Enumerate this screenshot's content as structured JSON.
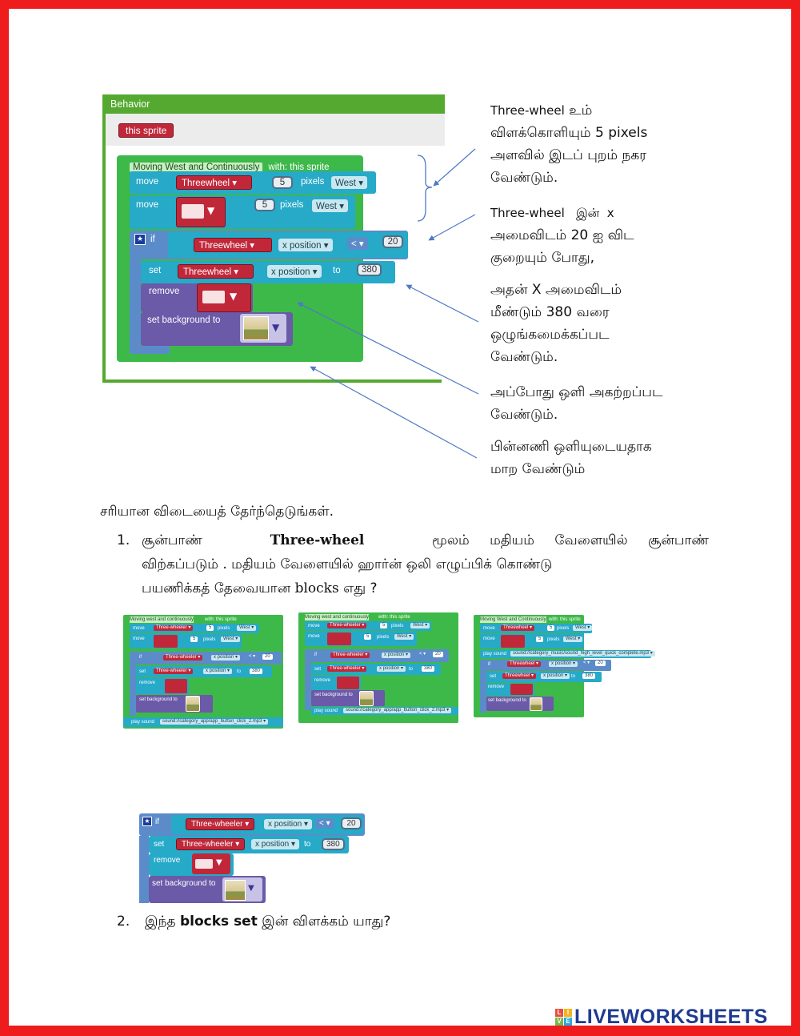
{
  "top_figure": {
    "panel_title": "Behavior",
    "sprite_tag": "this sprite",
    "header_block": "Moving West and Continuously",
    "header_with": "with: this sprite",
    "move_label": "move",
    "sprite_name": "Threewheel",
    "steps": "5",
    "pixels_label": "pixels",
    "direction": "West",
    "if_label": "if",
    "x_position": "x position",
    "less_than": "<",
    "threshold": "20",
    "set_label": "set",
    "to_label": "to",
    "set_value": "380",
    "remove_label": "remove",
    "set_background_label": "set background to"
  },
  "notes": {
    "n1_a": "Three-wheel",
    "n1_b": " உம்",
    "n1_c": "விளக்கொளியும் 5  pixels",
    "n1_d": "அளவில் இடப் புறம் நகர",
    "n1_e": "வேண்டும்.",
    "n2_a": "Three-wheel",
    "n2_b": "   இன்  x",
    "n2_c": "அமைவிடம் 20 ஐ விட",
    "n2_d": "குறையும் போது,",
    "n3_a": "அதன் X அமைவிடம்",
    "n3_b": "மீண்டும் 380 வரை",
    "n3_c": "ஒழுங்கமைக்கப்பட",
    "n3_d": "வேண்டும்.",
    "n4_a": "அப்போது ஒளி அகற்றப்பட",
    "n4_b": "வேண்டும்.",
    "n5_a": "பின்னணி ஒளியுடையதாக",
    "n5_b": "மாற வேண்டும்"
  },
  "instruction": "சரியான விடையைத் தேர்ந்தெடுங்கள்.",
  "q1": {
    "number": "1.",
    "line1_a": "சூன்பாண்",
    "line1_b": "Three-wheel",
    "line1_c": "மூலம்  மதியம்  வேளையில்  சூன்பாண்",
    "line2": "விற்கப்படும் . மதியம் வேளையில் ஹார்ன் ஒலி எழுப்பிக் கொண்டு",
    "line3_a": "பயணிக்கத் தேவையான",
    "line3_b": "blocks",
    "line3_c": "எது ?"
  },
  "options": [
    {
      "header": "Moving west and continuously",
      "with": "with: this sprite",
      "sprite": "Three-wheeler",
      "steps": "5",
      "pixels": "pixels",
      "dir": "West",
      "xpos": "x position",
      "lt": "<",
      "thr": "20",
      "set_val": "380",
      "sound": "sound://category_app/app_button_click_2.mp3"
    },
    {
      "header": "Moving west and continuously",
      "with": "with: this sprite",
      "sprite": "Three-wheeler",
      "steps": "5",
      "pixels": "pixels",
      "dir": "West",
      "xpos": "x position",
      "lt": "<",
      "thr": "20",
      "set_val": "380",
      "sound": "sound://category_app/app_button_click_2.mp3"
    },
    {
      "header": "Moving West and Continuously",
      "with": "with: this sprite",
      "sprite": "Threewheel",
      "steps": "5",
      "pixels": "pixels",
      "dir": "West",
      "xpos": "x position",
      "lt": "<",
      "thr": "20",
      "set_val": "380",
      "sound": "sound://category_music/sound_high_level_quick_complete.mp3"
    }
  ],
  "mini_labels": {
    "move": "move",
    "if": "if",
    "set": "set",
    "to": "to",
    "remove": "remove",
    "set_bg": "set background to",
    "play_sound": "play sound"
  },
  "q2_block": {
    "if_label": "if",
    "sprite": "Three-wheeler",
    "xpos": "x position",
    "lt": "<",
    "thr": "20",
    "set_label": "set",
    "to_label": "to",
    "set_val": "380",
    "remove_label": "remove",
    "set_bg": "set background to"
  },
  "q2": {
    "number": "2.",
    "text_a": "இந்த",
    "text_b": "blocks set",
    "text_c": "இன் விளக்கம் யாது?"
  },
  "brand": {
    "name": "LIVEWORKSHEETS",
    "logo_letters": [
      "L",
      "I",
      "V",
      "E"
    ],
    "color": "#1f3b8f"
  },
  "colors": {
    "border": "#ee1c1c",
    "event_green": "#3db94a",
    "motion_teal": "#27a9c8",
    "control_blue": "#5b8cc9",
    "looks_purple": "#6a5aa8",
    "sprite_red": "#c0283a"
  }
}
